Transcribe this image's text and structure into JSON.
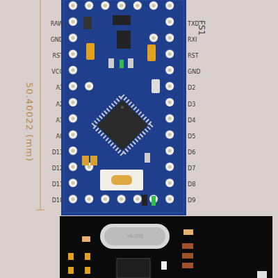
{
  "diagram": {
    "labels": [
      "RAW",
      "GND",
      "RST",
      "VCC",
      "A3",
      "A2",
      "A1",
      "A0",
      "D13",
      "D12",
      "D11",
      "D10",
      "TXD",
      "RXI",
      "RST",
      "GND",
      "D2",
      "D3",
      "D4",
      "D5",
      "D6",
      "D7",
      "D8",
      "D9",
      "50.40022 (mm)",
      "FS1",
      "16.000"
    ]
  }
}
